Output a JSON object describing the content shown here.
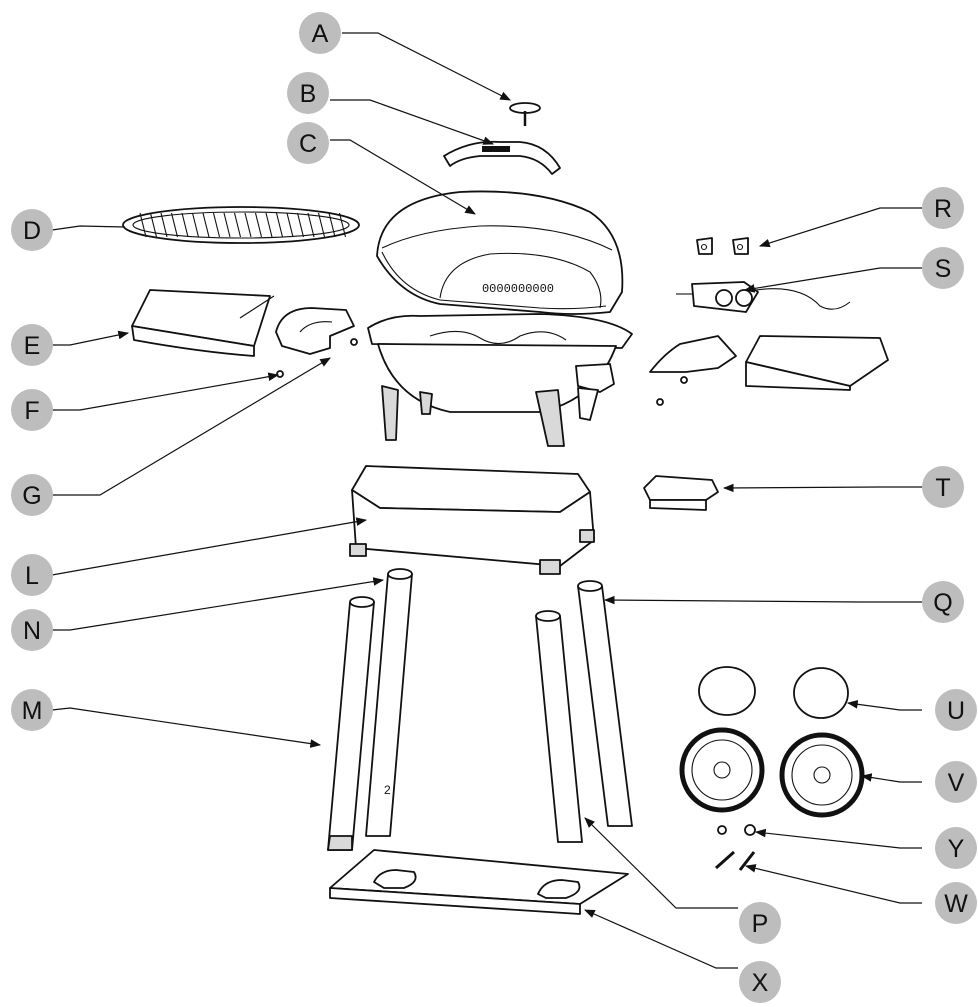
{
  "colors": {
    "badge": "#bdbdbd",
    "line": "#111111",
    "part_fill": "#ffffff",
    "tube_shade": "#d9d9d9"
  },
  "labels": {
    "A": "A",
    "B": "B",
    "C": "C",
    "D": "D",
    "E": "E",
    "F": "F",
    "G": "G",
    "L": "L",
    "M": "M",
    "N": "N",
    "P": "P",
    "Q": "Q",
    "R": "R",
    "S": "S",
    "T": "T",
    "U": "U",
    "V": "V",
    "W": "W",
    "X": "X",
    "Y": "Y"
  },
  "parts": {
    "lid_vent_text": "0000000000",
    "leg_number_marking": "2"
  }
}
